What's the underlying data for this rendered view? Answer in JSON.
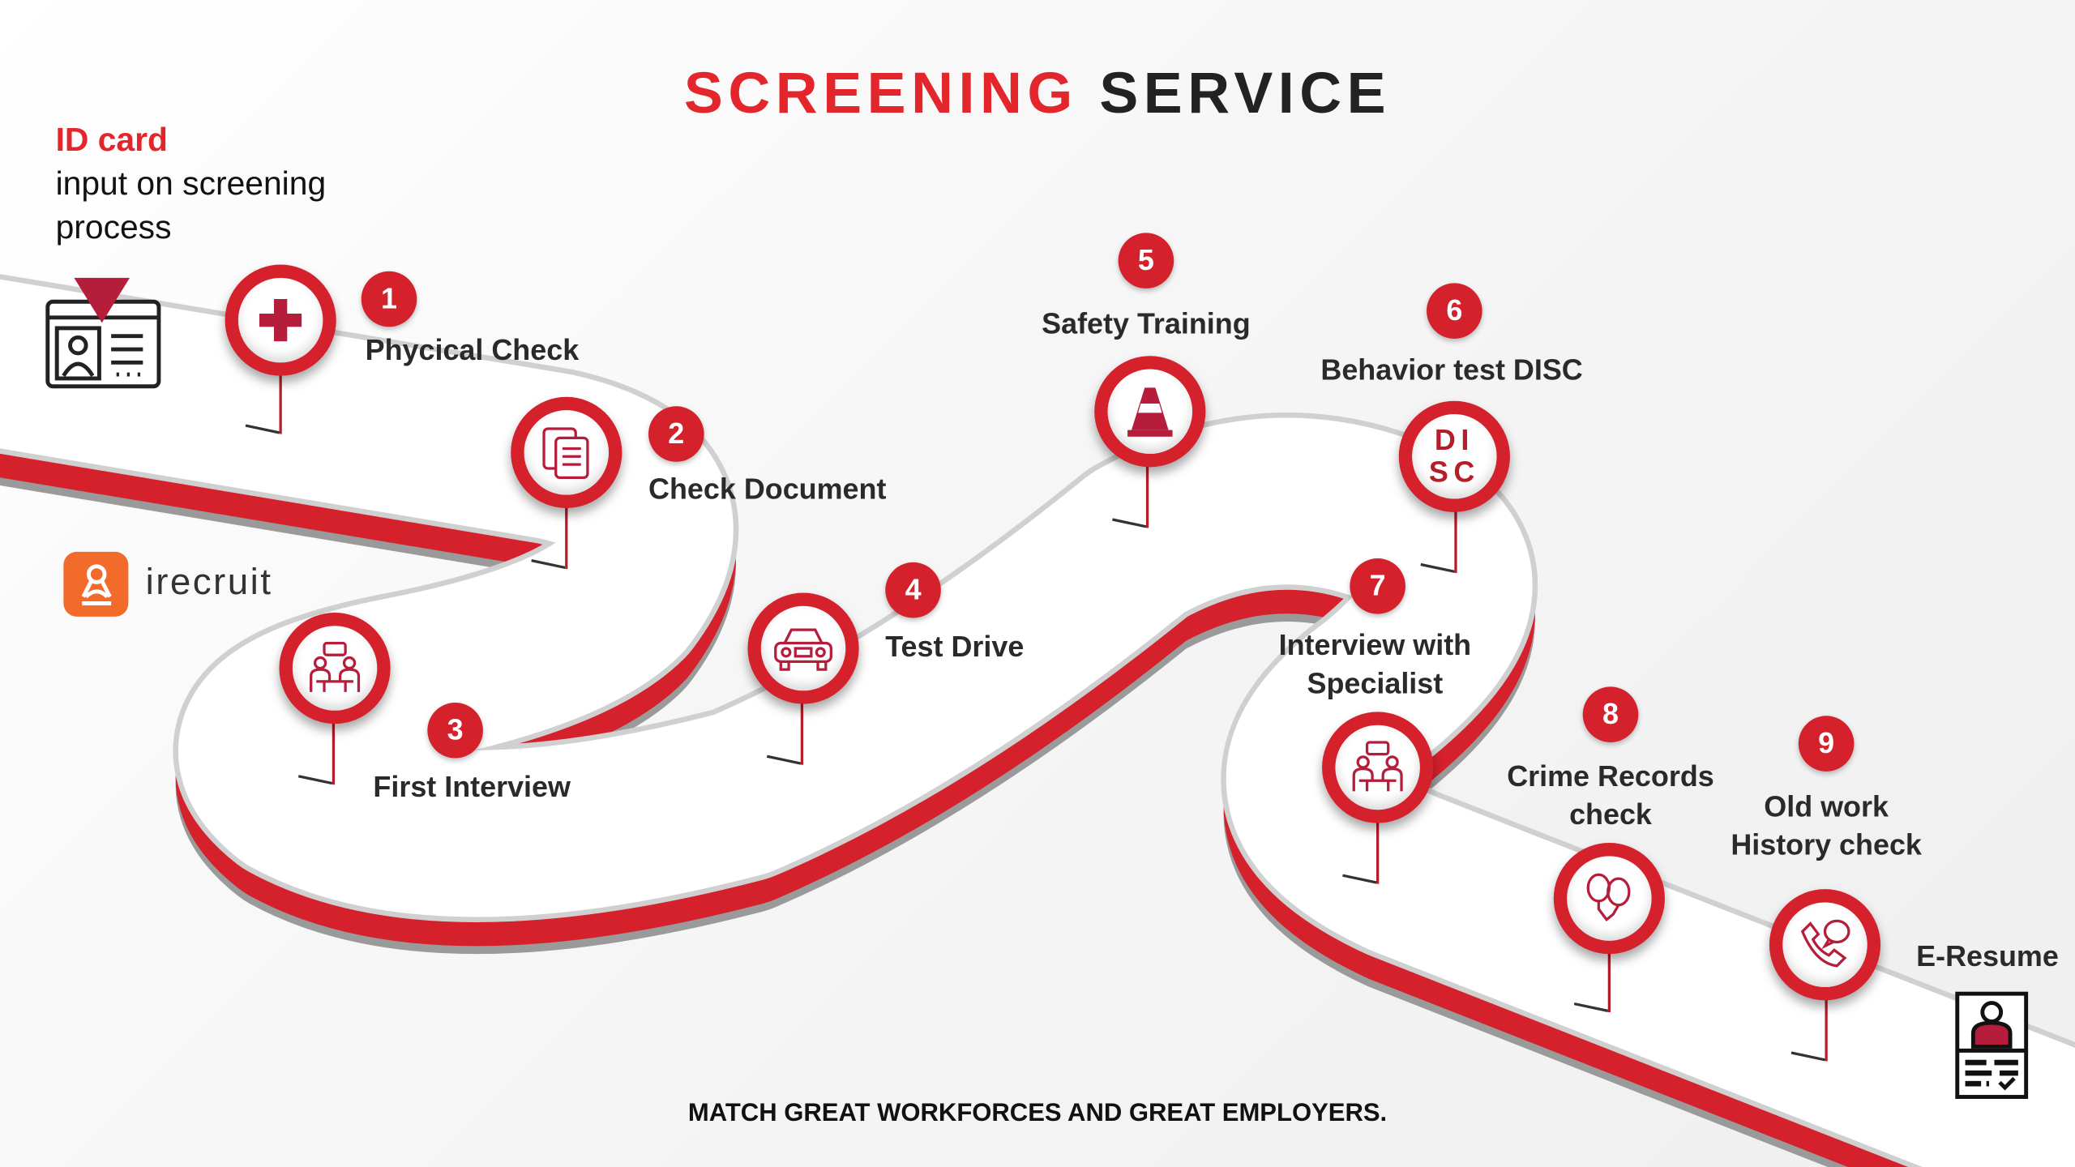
{
  "title": {
    "part1": "SCREENING",
    "part2": "SERVICE"
  },
  "id_card": {
    "heading": "ID card",
    "line1": "input on screening",
    "line2": "process"
  },
  "brand": {
    "name": "irecruit"
  },
  "steps": [
    {
      "number": "1",
      "label": "Phycical Check",
      "icon": "medical-cross-icon"
    },
    {
      "number": "2",
      "label": "Check Document",
      "icon": "documents-icon"
    },
    {
      "number": "3",
      "label": "First Interview",
      "icon": "interview-icon"
    },
    {
      "number": "4",
      "label": "Test Drive",
      "icon": "car-icon"
    },
    {
      "number": "5",
      "label": "Safety Training",
      "icon": "traffic-cone-icon"
    },
    {
      "number": "6",
      "label": "Behavior test DISC",
      "icon": "disc-icon",
      "icon_text1": "DI",
      "icon_text2": "SC"
    },
    {
      "number": "7",
      "label1": "Interview with",
      "label2": "Specialist",
      "icon": "interview-icon"
    },
    {
      "number": "8",
      "label1": "Crime Records",
      "label2": "check",
      "icon": "handcuffs-icon"
    },
    {
      "number": "9",
      "label1": "Old work",
      "label2": "History check",
      "icon": "phone-call-icon"
    }
  ],
  "end": {
    "label": "E-Resume",
    "icon": "resume-icon"
  },
  "footer": "MATCH GREAT WORKFORCES AND GREAT EMPLOYERS.",
  "colors": {
    "accent": "#e3262b",
    "marker": "#d4212b",
    "brand": "#f26b2a"
  }
}
